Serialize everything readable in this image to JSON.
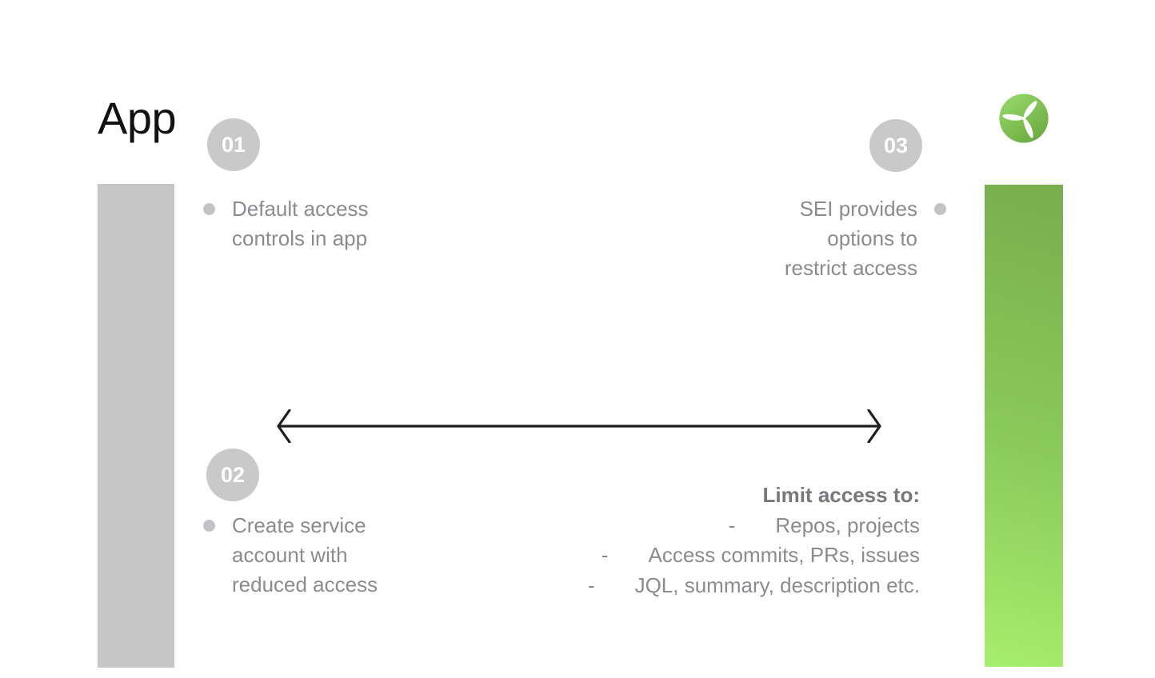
{
  "header": {
    "title": "App"
  },
  "logo": {
    "name": "propeller-logo"
  },
  "steps": [
    {
      "number": "01",
      "lines": [
        "Default access",
        "controls in app"
      ]
    },
    {
      "number": "02",
      "lines": [
        "Create service",
        "account with",
        "reduced access"
      ]
    },
    {
      "number": "03",
      "lines": [
        "SEI provides",
        "options to",
        "restrict access"
      ]
    }
  ],
  "limit_list": {
    "heading": "Limit access to:",
    "dash": "-",
    "items": [
      "Repos, projects",
      "Access commits, PRs, issues",
      "JQL, summary, description etc."
    ]
  },
  "colors": {
    "gray_bar": "#c6c6c6",
    "green_bar_top": "#78ae4c",
    "green_bar_bottom": "#a6ee6d",
    "logo_green_top": "#96d969",
    "logo_green_bottom": "#6cab41",
    "step_circle": "#c9c9c9",
    "step_number": "#ffffff",
    "body_text": "#8b8b90",
    "heading_text": "#77777c",
    "bullet": "#c3c3c7",
    "arrow": "#1e1e1e",
    "title_text": "#111111"
  }
}
